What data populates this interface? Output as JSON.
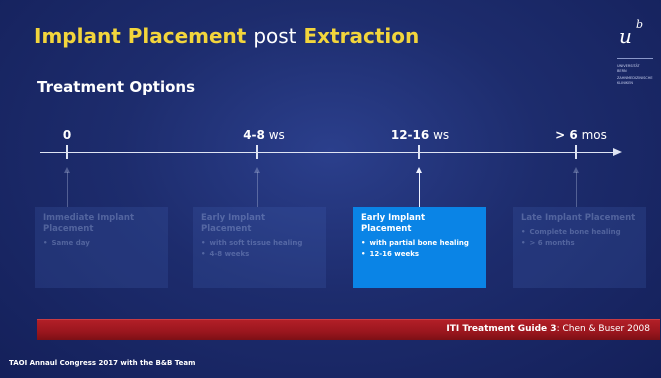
{
  "slide": {
    "title_part1": "Implant Placement",
    "title_part2": "post",
    "title_part3": "Extraction",
    "subtitle": "Treatment Options",
    "logo": {
      "mark": "u",
      "sup": "b",
      "line1": "UNIVERSITÄT",
      "line2": "BERN",
      "line3": "ZAHNMEDIZINISCHE",
      "line4": "KLINIKEN"
    },
    "timeline": {
      "ticks": [
        {
          "bold": "0",
          "unit": ""
        },
        {
          "bold": "4-8",
          "unit": "ws"
        },
        {
          "bold": "12-16",
          "unit": "ws"
        },
        {
          "bold": "> 6",
          "unit": "mos"
        }
      ]
    },
    "options": [
      {
        "title": "Immediate Implant Placement",
        "bullets": [
          "Same day"
        ],
        "active": false
      },
      {
        "title": "Early Implant Placement",
        "bullets": [
          "with soft tissue healing",
          "4-8 weeks"
        ],
        "active": false
      },
      {
        "title": "Early Implant Placement",
        "bullets": [
          "with partial bone healing",
          "12-16  weeks"
        ],
        "active": true
      },
      {
        "title": "Late Implant Placement",
        "bullets": [
          "Complete bone healing",
          "> 6 months"
        ],
        "active": false
      }
    ],
    "reference": {
      "bold": "ITI Treatment Guide 3",
      "rest": ": Chen & Buser 2008"
    },
    "footer": "TAOI Annaul Congress 2017 with the B&B Team",
    "colors": {
      "background": "#1d2c6d",
      "title_highlight": "#f2d53c",
      "active_box": "#0a84e6",
      "banner": "#9a161e"
    }
  }
}
